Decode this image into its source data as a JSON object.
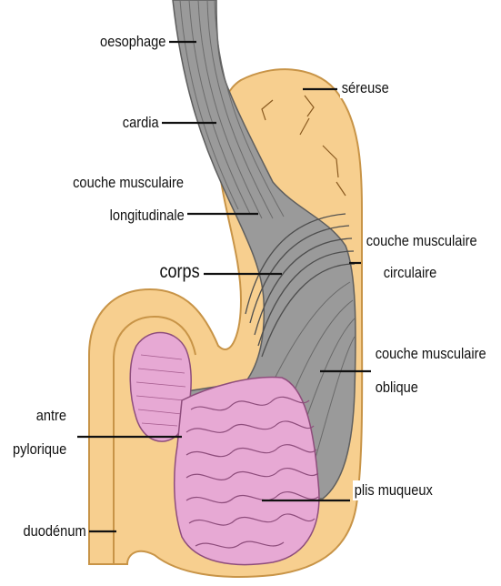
{
  "diagram": {
    "labels": {
      "oesophage": "oesophage",
      "cardia": "cardia",
      "couche_longitudinale_1": "couche musculaire",
      "couche_longitudinale_2": "longitudinale",
      "corps": "corps",
      "antre_1": "antre",
      "antre_2": "pylorique",
      "duodenum": "duodénum",
      "sereuse": "séreuse",
      "couche_circulaire_1": "couche musculaire",
      "couche_circulaire_2": "circulaire",
      "couche_oblique_1": "couche musculaire",
      "couche_oblique_2": "oblique",
      "plis": "plis muqueux"
    },
    "colors": {
      "serosa": "#f7cf8f",
      "serosa_edge": "#c89447",
      "muscle": "#9a9a9a",
      "muscle_dark": "#5e5e5e",
      "mucosa": "#e7a9d4",
      "mucosa_dark": "#8e4d7c",
      "leader": "#111111"
    }
  }
}
